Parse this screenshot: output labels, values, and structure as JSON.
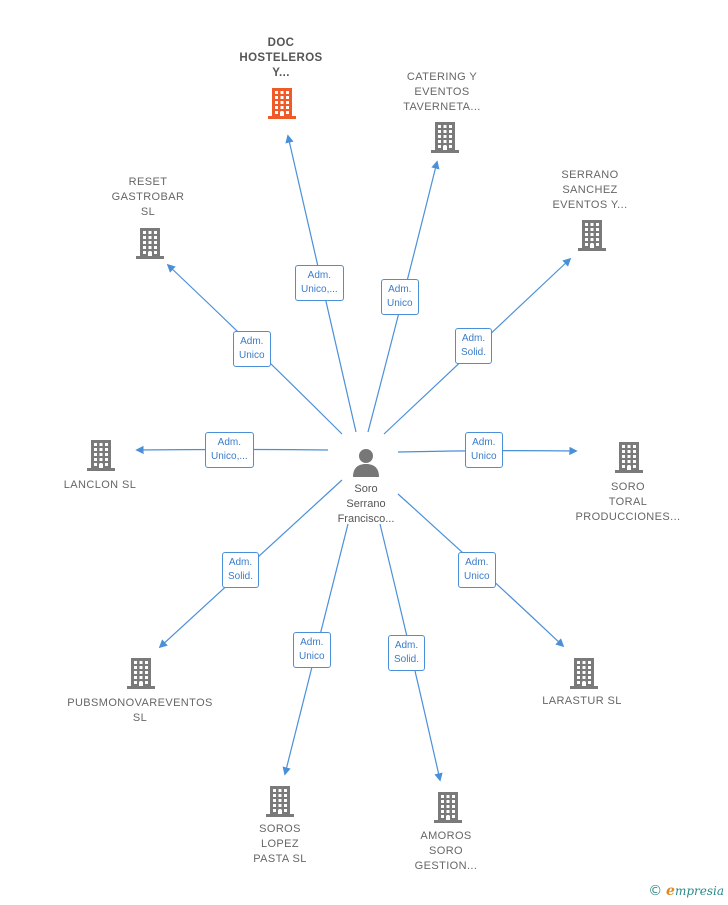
{
  "colors": {
    "edge": "#4a90d9",
    "building": "#7a7a7a",
    "building_highlight": "#f05a28",
    "person": "#777777"
  },
  "center": {
    "name_lines": [
      "Soro",
      "Serrano",
      "Francisco..."
    ],
    "icon": "person-icon"
  },
  "nodes": [
    {
      "id": "doc-hosteleros",
      "lines": [
        "DOC",
        "HOSTELEROS",
        "Y..."
      ],
      "highlight": true,
      "edge_label": [
        "Adm.",
        "Unico,..."
      ]
    },
    {
      "id": "catering-eventos",
      "lines": [
        "CATERING Y",
        "EVENTOS",
        "TAVERNETA..."
      ],
      "highlight": false,
      "edge_label": [
        "Adm.",
        "Unico"
      ]
    },
    {
      "id": "serrano-sanchez",
      "lines": [
        "SERRANO",
        "SANCHEZ",
        "EVENTOS Y..."
      ],
      "highlight": false,
      "edge_label": [
        "Adm.",
        "Solid."
      ]
    },
    {
      "id": "reset-gastrobar",
      "lines": [
        "RESET",
        "GASTROBAR",
        "SL"
      ],
      "highlight": false,
      "edge_label": [
        "Adm.",
        "Unico"
      ]
    },
    {
      "id": "lanclon",
      "lines": [
        "LANCLON  SL"
      ],
      "highlight": false,
      "edge_label": [
        "Adm.",
        "Unico,..."
      ]
    },
    {
      "id": "soro-toral",
      "lines": [
        "SORO",
        "TORAL",
        "PRODUCCIONES..."
      ],
      "highlight": false,
      "edge_label": [
        "Adm.",
        "Unico"
      ]
    },
    {
      "id": "pubsmonovareventos",
      "lines": [
        "PUBSMONOVAREVENTOS",
        "SL"
      ],
      "highlight": false,
      "edge_label": [
        "Adm.",
        "Solid."
      ]
    },
    {
      "id": "larastur",
      "lines": [
        "LARASTUR SL"
      ],
      "highlight": false,
      "edge_label": [
        "Adm.",
        "Unico"
      ]
    },
    {
      "id": "soros-lopez",
      "lines": [
        "SOROS",
        "LOPEZ",
        "PASTA SL"
      ],
      "highlight": false,
      "edge_label": [
        "Adm.",
        "Unico"
      ]
    },
    {
      "id": "amoros-soro",
      "lines": [
        "AMOROS",
        "SORO",
        "GESTION..."
      ],
      "highlight": false,
      "edge_label": [
        "Adm.",
        "Solid."
      ]
    }
  ],
  "footer": {
    "copyright_symbol": "©",
    "brand_initial": "e",
    "brand_rest": "mpresia"
  }
}
